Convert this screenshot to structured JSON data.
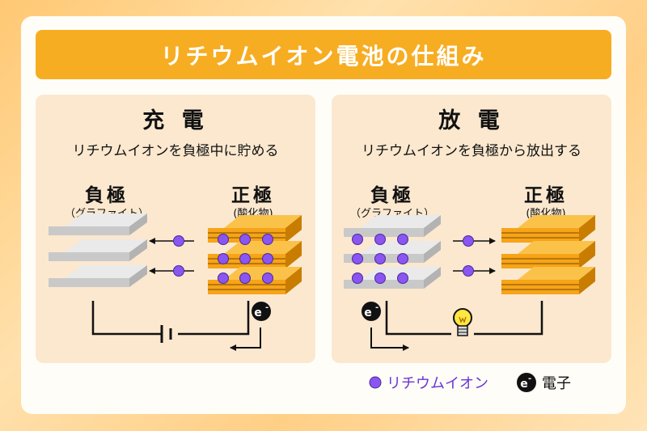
{
  "title": "リチウムイオン電池の仕組み",
  "charge": {
    "heading": "充 電",
    "subtitle": "リチウムイオンを負極中に貯める",
    "negative_label": "負極",
    "negative_sub": "（グラファイト）",
    "positive_label": "正極",
    "positive_sub": "(酸化物)",
    "electron_symbol": "e-"
  },
  "discharge": {
    "heading": "放 電",
    "subtitle": "リチウムイオンを負極から放出する",
    "negative_label": "負極",
    "negative_sub": "（グラファイト）",
    "positive_label": "正極",
    "positive_sub": "(酸化物)",
    "electron_symbol": "e-"
  },
  "legend": {
    "ion_label": "リチウムイオン",
    "electron_label": "電子",
    "electron_symbol": "e-"
  },
  "colors": {
    "ion": "#8a55f0",
    "ion_legend_text": "#6b35d9",
    "graphite": "#d5d5d5",
    "oxide": "#f7a418",
    "title_bar": "#f7ad22"
  }
}
